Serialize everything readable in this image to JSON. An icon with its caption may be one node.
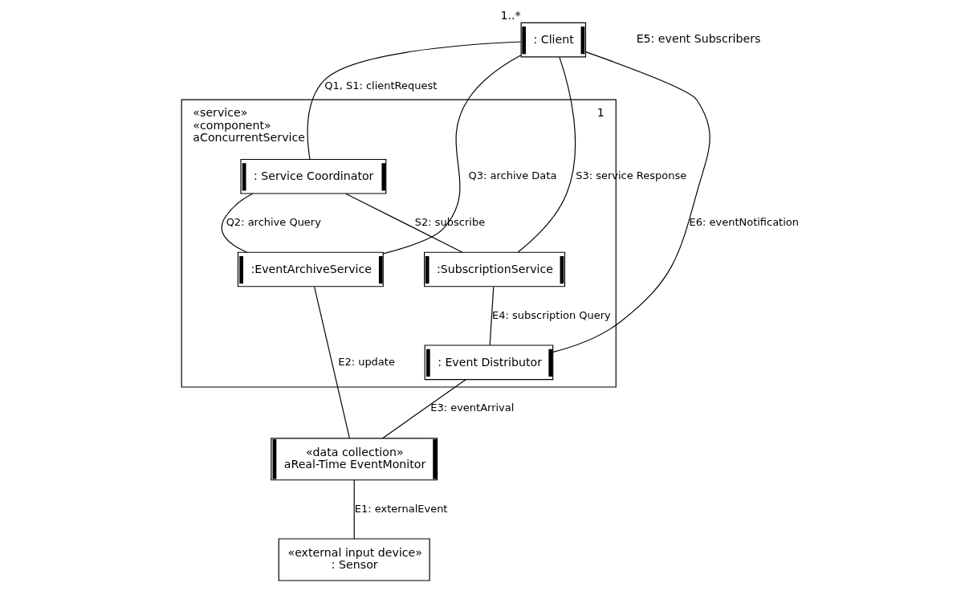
{
  "diagram": {
    "nodes": [
      {
        "text": [
          "«service»",
          "«component»",
          "aConcurrentService"
        ],
        "beside": [
          "1"
        ]
      },
      {
        "text": [
          ": Client"
        ],
        "beside": [
          "1..*"
        ]
      },
      {
        "text": [
          ": Service Coordinator"
        ],
        "in": 0
      },
      {
        "text": [
          ":EventArchiveService"
        ],
        "in": 0
      },
      {
        "text": [
          ":SubscriptionService"
        ],
        "in": 0
      },
      {
        "text": [
          ": Event Distributor"
        ],
        "in": 0
      },
      {
        "text": [
          "«data collection»",
          "aReal-Time EventMonitor"
        ]
      },
      {
        "text": [
          "«external input device»",
          ": Sensor"
        ]
      }
    ],
    "edges": [
      {
        "from": 1,
        "to": 2,
        "arrow": "none",
        "label": "Q1, S1: clientRequest"
      },
      {
        "from": 2,
        "to": 3,
        "arrow": "none",
        "label": "Q2: archive Query"
      },
      {
        "from": 2,
        "to": 4,
        "arrow": "none",
        "label": "S2: subscribe"
      },
      {
        "from": 1,
        "to": 4,
        "arrow": "none",
        "label": "S3: service Response"
      },
      {
        "from": 1,
        "to": 3,
        "arrow": "none",
        "label": "Q3: archive Data"
      },
      {
        "from": 4,
        "to": 5,
        "arrow": "none",
        "label": "E4: subscription Query"
      },
      {
        "from": 3,
        "to": 6,
        "arrow": "none",
        "label": "E2: update"
      },
      {
        "from": 5,
        "to": 6,
        "arrow": "none",
        "label": "E3: eventArrival"
      },
      {
        "from": 6,
        "to": 7,
        "arrow": "none",
        "label": "E1: externalEvent"
      },
      {
        "from": 1,
        "to": 5,
        "arrow": "none",
        "label": "E6: eventNotification"
      }
    ],
    "labels": [
      "E5: event Subscribers"
    ]
  }
}
